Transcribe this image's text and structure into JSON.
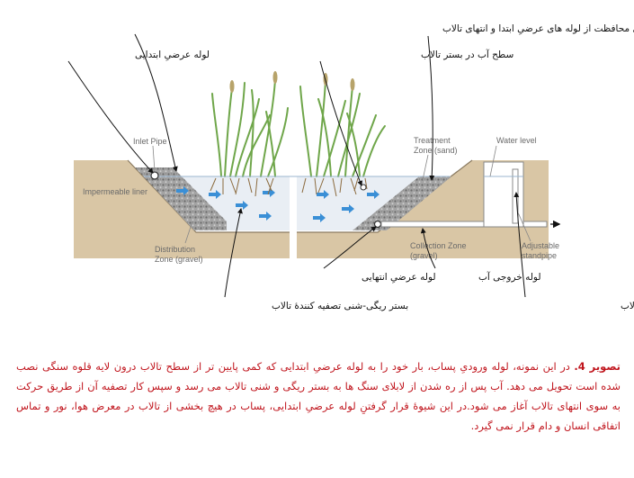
{
  "labels_fa": {
    "stone_layer": "لایه قلوه سنگی برای محافظت از لوله های عرضیِ ابتدا و انتهای تالاب",
    "inlet_distribution_pipe": "لوله عرضیِ ابتدایی",
    "water_level_in_bed": "سطح آب در بستر تالاب",
    "outlet_collection_pipe": "لوله عرضیِ انتهایی",
    "outflow_pipe": "لوله خروجی آب",
    "treatment_bed": "بستر ریگی-شنی تصفیه کنندۀ تالاب",
    "standpipe": "لوله ایستاده ویژه تنظیم سطح آب در بستر تالاب"
  },
  "labels_en": {
    "inlet_pipe": "Inlet Pipe",
    "impermeable_liner": "Impermeable liner",
    "treatment_zone_1": "Treatment",
    "treatment_zone_2": "Zone (sand)",
    "water_level": "Water level",
    "distribution_zone_1": "Distribution",
    "distribution_zone_2": "Zone (gravel)",
    "collection_zone_1": "Collection Zone",
    "collection_zone_2": "(gravel)",
    "standpipe_1": "Adjustable",
    "standpipe_2": "standpipe"
  },
  "caption": {
    "figure_label": "تصویر 4.",
    "text": "در این نمونه، لوله ورودیِ پساب، بار خود را به لوله عرضیِ ابتدایی که کمی پایین تر از سطح تالاب درون لایه قلوه سنگی نصب شده است تحویل می دهد. آب پس از ره شدن از لابلای سنگ ها به بستر ریگی و شنی تالاب می رسد و سپس کار تصفیه آن از طریق حرکت به سوی انتهای تالاب آغاز می شود.در این شیوۀ قرار گرفتنِ لوله عرضیِ ابتدایی، پساب در هیچ بخشی از تالاب در معرض هوا، نور و تماس اتفاقی انسان و دام قرار نمی گیرد."
  },
  "colors": {
    "soil": "#d9c6a5",
    "soil_dark": "#c9b28c",
    "gravel": "#9a9a9a",
    "sand": "#ece3cf",
    "water": "#e6eef6",
    "flow_arrow": "#3a8fd6",
    "reeds": "#6fa64a",
    "caption_red": "#c0141c"
  },
  "icons": [
    "flow-arrow-icon",
    "outflow-arrow-icon",
    "pipe-end-icon"
  ]
}
